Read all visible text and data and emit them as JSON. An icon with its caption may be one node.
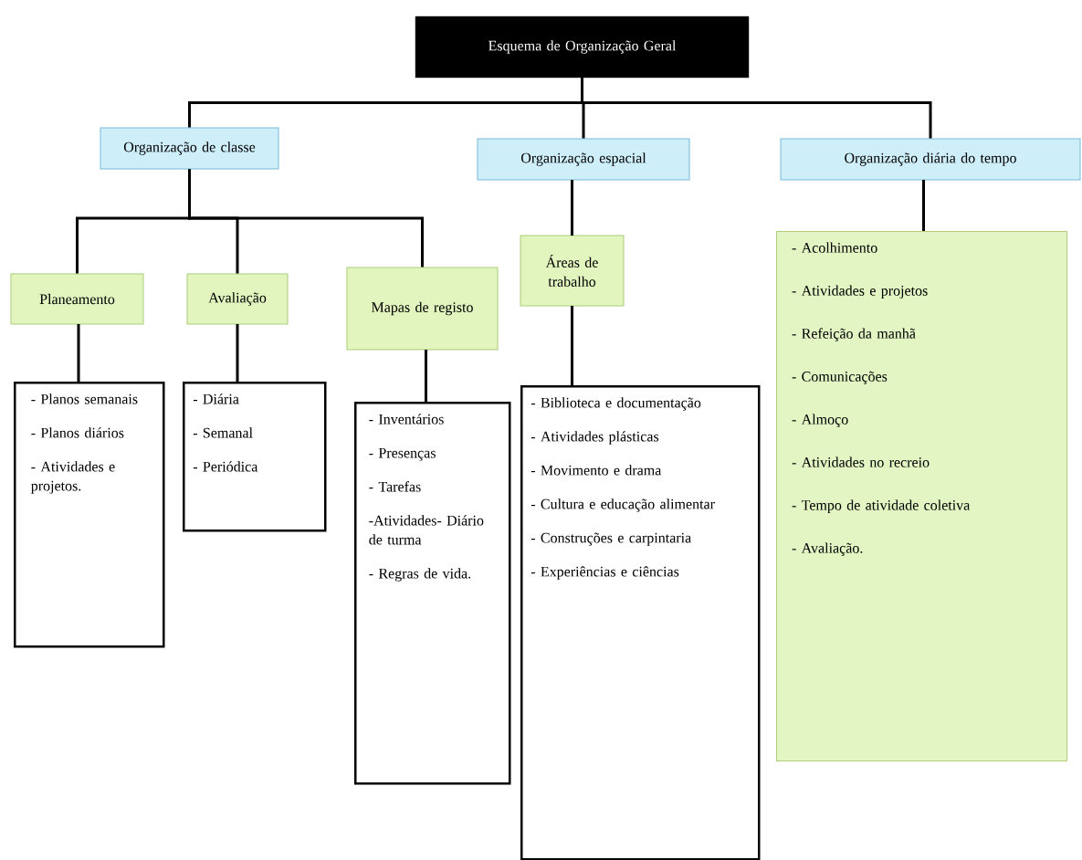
{
  "diagram": {
    "nodes": [
      {
        "text": [
          "Esquema de Organização Geral"
        ]
      },
      {
        "text": [
          "Organização de classe"
        ]
      },
      {
        "text": [
          "Organização espacial"
        ]
      },
      {
        "text": [
          "Organização diária do tempo"
        ]
      },
      {
        "text": [
          "Planeamento"
        ]
      },
      {
        "text": [
          "Avaliação"
        ]
      },
      {
        "text": [
          "Mapas de registo"
        ]
      },
      {
        "text": [
          "Áreas de trabalho"
        ]
      },
      {
        "text": [
          "- Acolhimento",
          "- Atividades e projetos",
          "- Refeição da manhã",
          "- Comunicações",
          "- Almoço",
          "- Atividades no recreio",
          "- Tempo de atividade coletiva",
          "- Avaliação."
        ]
      },
      {
        "text": [
          "- Planos semanais",
          "- Planos diários",
          "- Atividades e projetos."
        ]
      },
      {
        "text": [
          "- Diária",
          "- Semanal",
          "- Periódica"
        ]
      },
      {
        "text": [
          "- Inventários",
          "- Presenças",
          "- Tarefas",
          "-Atividades- Diário de turma",
          "- Regras de vida."
        ]
      },
      {
        "text": [
          "- Biblioteca e documentação",
          "- Atividades plásticas",
          "- Movimento e drama",
          "- Cultura e educação alimentar",
          "- Construções e carpintaria",
          "- Experiências e ciências"
        ]
      }
    ],
    "edges": [
      {
        "from": 0,
        "to": 1,
        "arrow": "none"
      },
      {
        "from": 0,
        "to": 2,
        "arrow": "none"
      },
      {
        "from": 0,
        "to": 3,
        "arrow": "none"
      },
      {
        "from": 1,
        "to": 4,
        "arrow": "none"
      },
      {
        "from": 1,
        "to": 5,
        "arrow": "none"
      },
      {
        "from": 1,
        "to": 6,
        "arrow": "none"
      },
      {
        "from": 2,
        "to": 7,
        "arrow": "none"
      },
      {
        "from": 3,
        "to": 8,
        "arrow": "none"
      },
      {
        "from": 4,
        "to": 9,
        "arrow": "none"
      },
      {
        "from": 5,
        "to": 10,
        "arrow": "none"
      },
      {
        "from": 6,
        "to": 11,
        "arrow": "none"
      },
      {
        "from": 7,
        "to": 12,
        "arrow": "none"
      }
    ]
  }
}
